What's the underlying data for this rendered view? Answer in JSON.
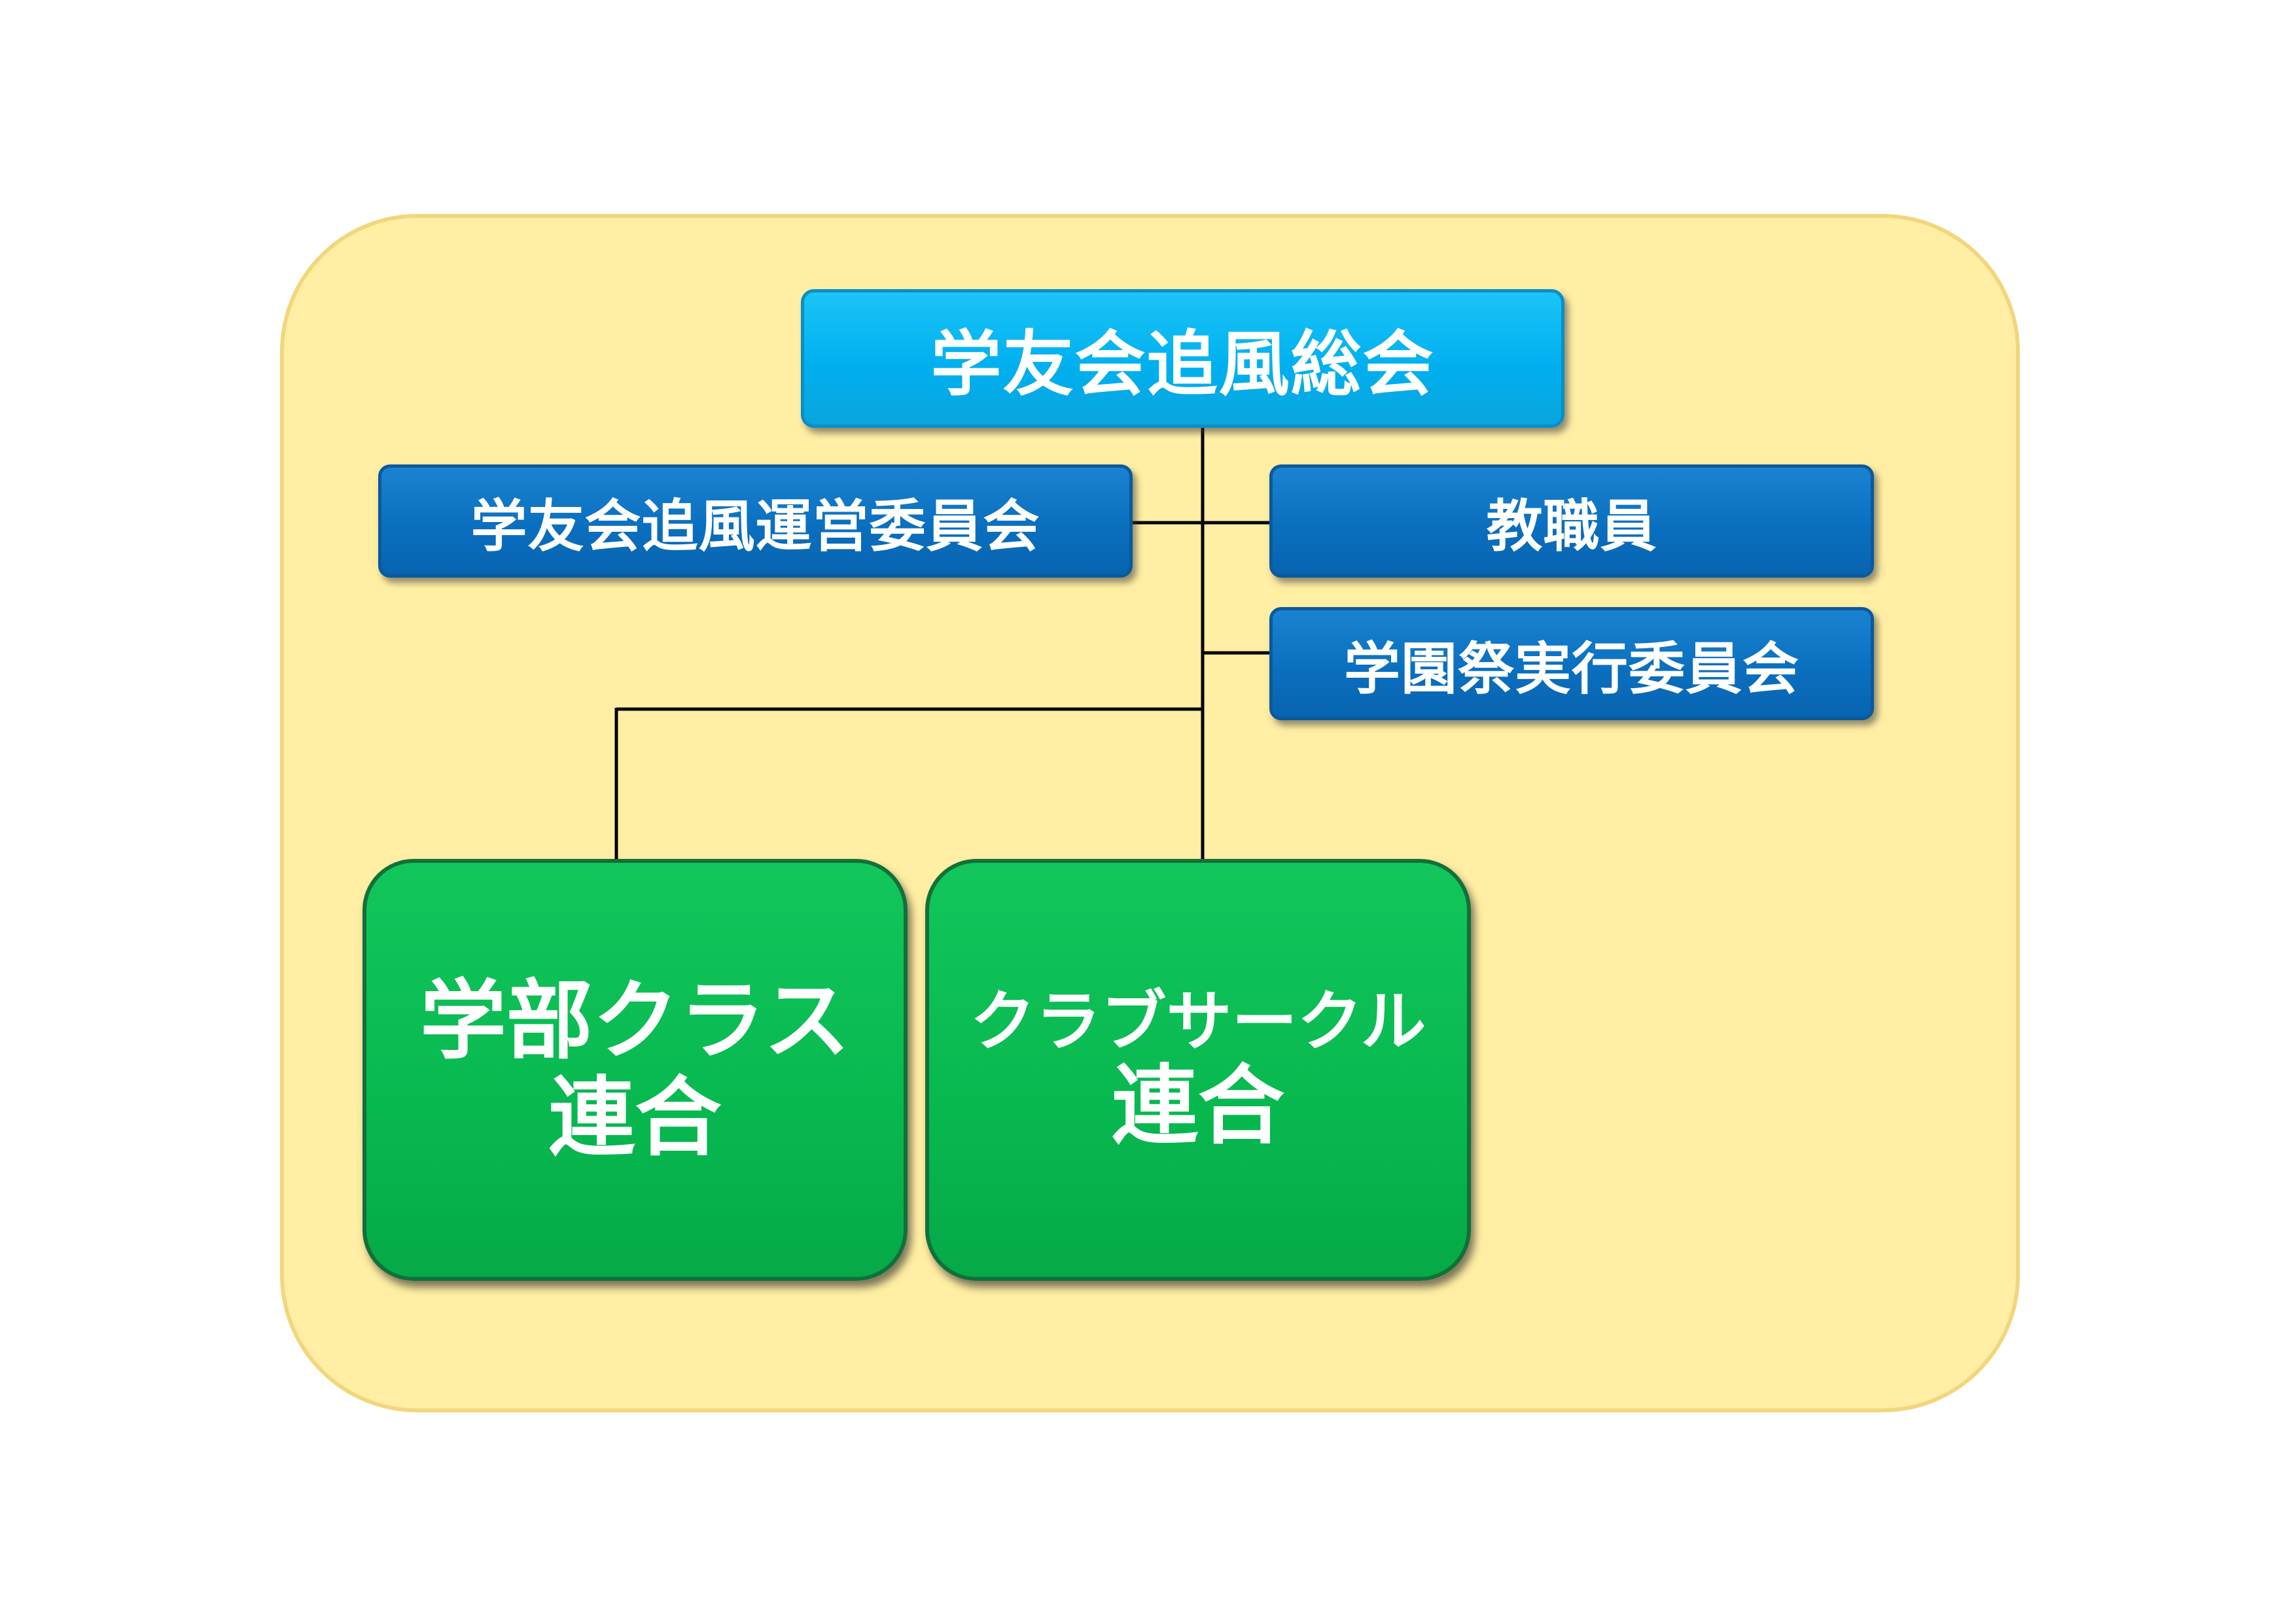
{
  "diagram": {
    "root": {
      "label": "学友会追風総会"
    },
    "side_nodes": [
      {
        "label": "学友会追風運営委員会"
      },
      {
        "label": "教職員"
      },
      {
        "label": "学園祭実行委員会"
      }
    ],
    "bottom_nodes": [
      {
        "lines": [
          "学部クラス",
          "連合"
        ]
      },
      {
        "lines": [
          "クラブサークル",
          "連合"
        ]
      }
    ],
    "colors": {
      "panel_background": "#ffeea3",
      "root_fill": "#00b0ef",
      "side_fill": "#0a6fbf",
      "bottom_fill": "#07b84f",
      "connector": "#000000",
      "text": "#ffffff"
    }
  }
}
